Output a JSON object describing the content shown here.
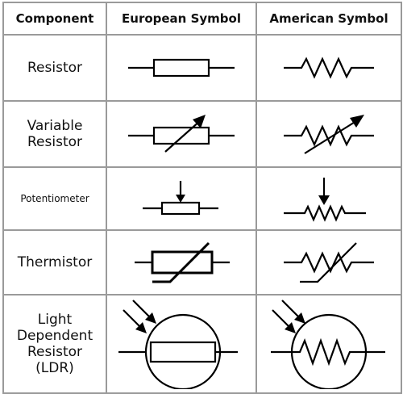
{
  "headers": {
    "component": "Component",
    "european": "European Symbol",
    "american": "American Symbol"
  },
  "rows": [
    {
      "name_lines": [
        "Resistor"
      ],
      "european_icon": "resistor-box-icon",
      "american_icon": "resistor-zigzag-icon"
    },
    {
      "name_lines": [
        "Variable",
        "Resistor"
      ],
      "european_icon": "variable-resistor-box-icon",
      "american_icon": "variable-resistor-zigzag-icon"
    },
    {
      "name_lines": [
        "Potentiometer"
      ],
      "european_icon": "potentiometer-box-icon",
      "american_icon": "potentiometer-zigzag-icon"
    },
    {
      "name_lines": [
        "Thermistor"
      ],
      "european_icon": "thermistor-box-icon",
      "american_icon": "thermistor-zigzag-icon"
    },
    {
      "name_lines": [
        "Light",
        "Dependent",
        "Resistor",
        "(LDR)"
      ],
      "european_icon": "ldr-box-icon",
      "american_icon": "ldr-zigzag-icon"
    }
  ],
  "colors": {
    "border": "#9a9a9a",
    "line": "#000000"
  }
}
